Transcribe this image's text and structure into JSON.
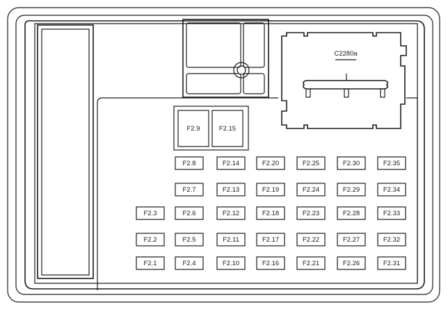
{
  "diagram": {
    "connector_label": "C2280a",
    "small_fuse_labels": [
      "F2.1",
      "F2.2",
      "F2.3",
      "F2.4",
      "F2.5",
      "F2.6",
      "F2.7",
      "F2.8",
      "F2.10",
      "F2.11",
      "F2.12",
      "F2.13",
      "F2.14",
      "F2.16",
      "F2.17",
      "F2.18",
      "F2.19",
      "F2.20",
      "F2.21",
      "F2.22",
      "F2.23",
      "F2.24",
      "F2.25",
      "F2.26",
      "F2.27",
      "F2.28",
      "F2.29",
      "F2.30",
      "F2.31",
      "F2.32",
      "F2.33",
      "F2.34",
      "F2.35"
    ],
    "large_fuse_labels": [
      "F2.9",
      "F2.15"
    ]
  }
}
